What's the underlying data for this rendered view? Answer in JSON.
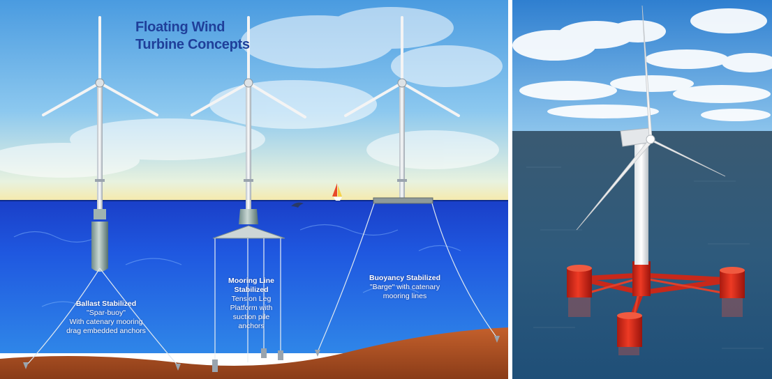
{
  "title": [
    "Floating Wind",
    "Turbine Concepts"
  ],
  "concepts": [
    {
      "heading": [
        "Ballast Stabilized"
      ],
      "body": [
        "\"Spar-buoy\"",
        "With catenary mooring",
        "drag embedded anchors"
      ]
    },
    {
      "heading": [
        "Mooring Line",
        "Stabilized"
      ],
      "body": [
        "Tension Leg",
        "Platform with",
        "suction pile",
        "anchors"
      ]
    },
    {
      "heading": [
        "Buoyancy Stabilized"
      ],
      "body": [
        "\"Barge\" with catenary",
        "mooring lines"
      ]
    }
  ],
  "colors": {
    "title": "#1f3f9a",
    "sea": "#1f55d8",
    "seabed": "#b5582a",
    "sky_right": "#3f8fd8",
    "platform": "#e0281a",
    "tower": "#f2f2f2"
  }
}
